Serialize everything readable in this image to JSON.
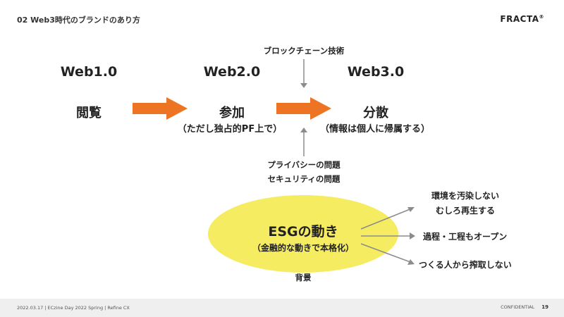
{
  "header": {
    "title": "02 Web3時代のブランドのあり方",
    "logo": "FRACTA",
    "logo_mark": "®"
  },
  "eras": [
    {
      "label": "Web1.0",
      "concept": "閲覧",
      "detail": ""
    },
    {
      "label": "Web2.0",
      "concept": "参加",
      "detail": "（ただし独占的PF上で）"
    },
    {
      "label": "Web3.0",
      "concept": "分散",
      "detail": "（情報は個人に帰属する）"
    }
  ],
  "drivers": {
    "top": "ブロックチェーン技術",
    "bottom_line1": "プライバシーの問題",
    "bottom_line2": "セキュリティの問題"
  },
  "esg": {
    "title": "ESGの動き",
    "subtitle": "（金融的な動きで本格化）",
    "background_label": "背景",
    "effects": [
      {
        "line1": "環境を汚染しない",
        "line2": "むしろ再生する"
      },
      {
        "line1": "過程・工程もオープン",
        "line2": ""
      },
      {
        "line1": "つくる人から搾取しない",
        "line2": ""
      }
    ],
    "color": "#f5ec62"
  },
  "colors": {
    "arrow_orange": "#ec7422",
    "arrow_gray": "#8c8c8c"
  },
  "footer": {
    "left": "2022.03.17 | ECzine Day 2022 Spring | Refine CX",
    "confidential": "CONFIDENTIAL",
    "page": "19"
  }
}
